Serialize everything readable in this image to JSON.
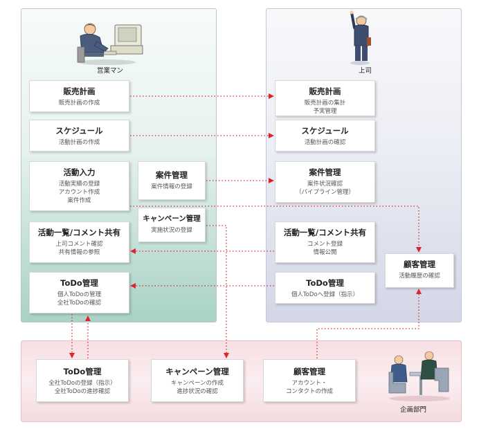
{
  "roles": {
    "sales": "営業マン",
    "boss": "上司",
    "dept": "企画部門"
  },
  "sales": {
    "sales_plan": {
      "title": "販売計画",
      "sub": "販売計画の作成"
    },
    "schedule": {
      "title": "スケジュール",
      "sub": "活動計画の作成"
    },
    "activity_input": {
      "title": "活動入力",
      "sub": "活動実績の登録\nアカウント作成\n案件作成"
    },
    "deal_mgmt": {
      "title": "案件管理",
      "sub": "案件情報の登録"
    },
    "campaign_mgmt": {
      "title": "キャンペーン管理",
      "sub": "実施状況の登録"
    },
    "activity_list": {
      "title": "活動一覧/コメント共有",
      "sub": "上司コメント確認\n共有情報の参照"
    },
    "todo": {
      "title": "ToDo管理",
      "sub": "個人ToDoの管理\n全社ToDoの確認"
    }
  },
  "boss": {
    "sales_plan": {
      "title": "販売計画",
      "sub": "販売計画の集計\n予実管理"
    },
    "schedule": {
      "title": "スケジュール",
      "sub": "活動計画の確認"
    },
    "deal_mgmt": {
      "title": "案件管理",
      "sub": "案件状況確認\n（パイプライン管理）"
    },
    "activity_list": {
      "title": "活動一覧/コメント共有",
      "sub": "コメント登録\n情報公開"
    },
    "todo": {
      "title": "ToDo管理",
      "sub": "個人ToDoへ登録（指示）"
    },
    "customer": {
      "title": "顧客管理",
      "sub": "活動履歴の確認"
    }
  },
  "dept": {
    "todo": {
      "title": "ToDo管理",
      "sub": "全社ToDoの登録（指示）\n全社ToDoの進捗確認"
    },
    "campaign": {
      "title": "キャンペーン管理",
      "sub": "キャンペーンの作成\n進捗状況の確認"
    },
    "customer": {
      "title": "顧客管理",
      "sub": "アカウント・\nコンタクトの作成"
    }
  },
  "colors": {
    "arrow": "#d9262c",
    "sales_panel": "#a9d2c5",
    "boss_panel": "#d3d6e6",
    "dept_panel": "#f7dfe3"
  },
  "icons": {
    "sales": "salesman-at-computer-icon",
    "boss": "manager-raising-hand-icon",
    "dept": "meeting-people-icon"
  }
}
